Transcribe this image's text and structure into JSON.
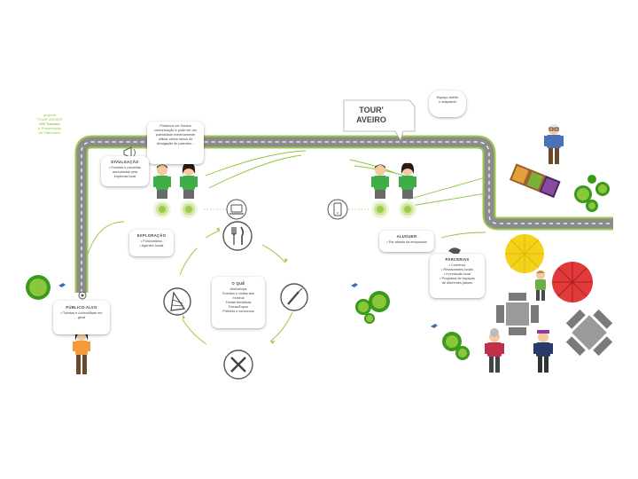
{
  "brand": {
    "line1": "projecto",
    "line2": "\"TOUR' AVEIRO\"",
    "line3": "OIS Turismo",
    "line4": "& Preservação",
    "line5": "do Património"
  },
  "tour_sign": {
    "line1": "TOUR'",
    "line2": "AVEIRO"
  },
  "bubbles": {
    "top_right": {
      "text": "Espaço aberto\ne adaptável"
    },
    "promo_note": {
      "text": "Podemos ver Santos\ncomunicação e pode ser um\npublicidade extremamente\nutilizar vários meios de\ndivulgação de patentes..."
    },
    "divulgacao": {
      "title": "DIVULGAÇÃO",
      "text": "• Eventos e parcerias\nanunciadas pela\nimprensa local"
    },
    "exploracao": {
      "title": "EXPLORAÇÃO",
      "text": "• Funcionários\n• Agentes locais"
    },
    "o_que": {
      "title": "O QUÊ",
      "text": "Workshops\nEventos e visitas aos\nmuseus\nFestas temáticas\nFeiras/Expos\nPrémios e concursos"
    },
    "aluguer": {
      "title": "ALUGUER",
      "text": "• Por alturas da temporada"
    },
    "parcerias": {
      "title": "PARCERIAS",
      "text": "• Comércio\n• Restaurantes locais\n• e produção local\n• Programa de espaços\nde diferentes países"
    },
    "publico": {
      "title": "PÚBLICO-ALVO",
      "text": "• Turistas e comunidade em\ngeral"
    }
  },
  "colors": {
    "road": "#8c8c8c",
    "road_edge": "#9ccb4b",
    "accent_green": "#8cc63f",
    "dark_green": "#3a9a1a",
    "umbrella_yellow": "#f3d21a",
    "umbrella_red": "#e03a3a",
    "table_gray": "#9a9a9a"
  },
  "icons": [
    "megaphone-icon",
    "laptop-icon",
    "phone-icon",
    "cutlery-icon",
    "paintbrush-icon",
    "tools-icon",
    "party-hat-icon",
    "handshake-icon",
    "map-pin-icon",
    "bird-icon"
  ]
}
